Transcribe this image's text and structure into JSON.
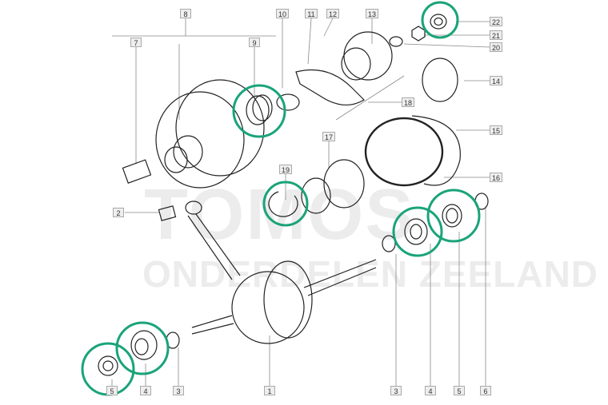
{
  "watermark": {
    "brand": "TOMOS",
    "line2": "ONDERDELEN ZEELAND"
  },
  "highlight_color": "#1aa37a",
  "labels": {
    "l1": "1",
    "l2": "2",
    "l3a": "3",
    "l3b": "3",
    "l4a": "4",
    "l4b": "4",
    "l5a": "5",
    "l5b": "5",
    "l6": "6",
    "l7": "7",
    "l8": "8",
    "l9": "9",
    "l10": "10",
    "l11": "11",
    "l12": "12",
    "l13": "13",
    "l14": "14",
    "l15": "15",
    "l16": "16",
    "l17": "17",
    "l18": "18",
    "l19": "19",
    "l20": "20",
    "l21": "21",
    "l22": "22"
  }
}
